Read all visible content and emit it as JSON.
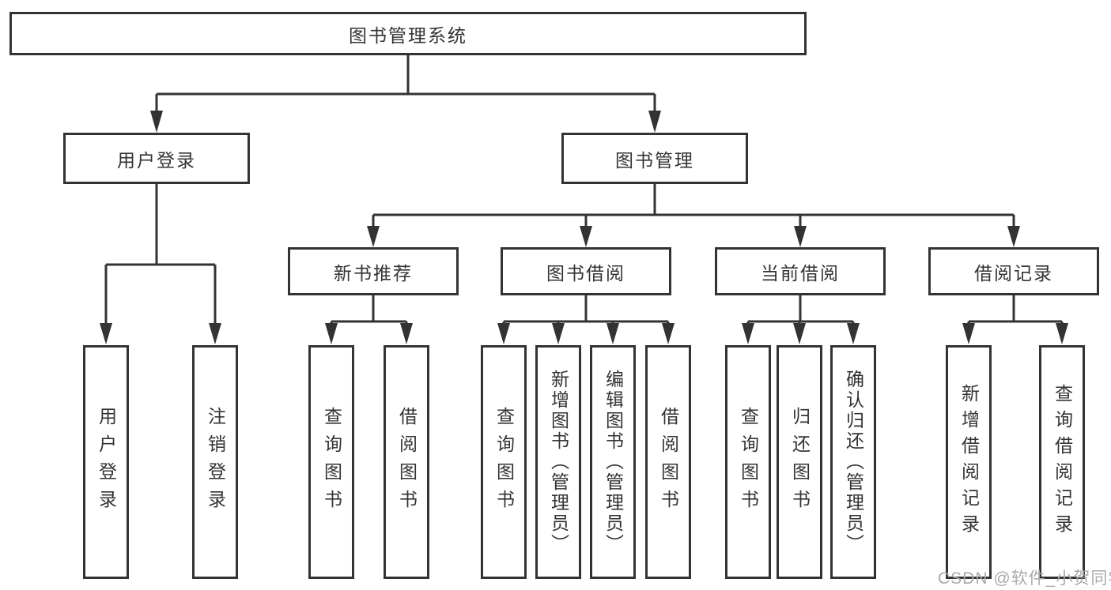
{
  "diagram": {
    "type": "hierarchy-tree",
    "colors": {
      "line": "#333333",
      "box_border": "#333333",
      "box_fill": "#ffffff",
      "text": "#333333",
      "watermark_text": "#aaaaaa",
      "background": "#ffffff"
    },
    "tree": {
      "label": "图书管理系统",
      "children": [
        {
          "label": "用户登录",
          "children": [
            {
              "label": "用户登录"
            },
            {
              "label": "注销登录"
            }
          ]
        },
        {
          "label": "图书管理",
          "children": [
            {
              "label": "新书推荐",
              "children": [
                {
                  "label": "查询图书"
                },
                {
                  "label": "借阅图书"
                }
              ]
            },
            {
              "label": "图书借阅",
              "children": [
                {
                  "label": "查询图书"
                },
                {
                  "label": "新增图书（管理员）"
                },
                {
                  "label": "编辑图书（管理员）"
                },
                {
                  "label": "借阅图书"
                }
              ]
            },
            {
              "label": "当前借阅",
              "children": [
                {
                  "label": "查询图书"
                },
                {
                  "label": "归还图书"
                },
                {
                  "label": "确认归还（管理员）"
                }
              ]
            },
            {
              "label": "借阅记录",
              "children": [
                {
                  "label": "新增借阅记录"
                },
                {
                  "label": "查询借阅记录"
                }
              ]
            }
          ]
        }
      ]
    },
    "watermark": "CSDN @软件_小贺同学"
  }
}
